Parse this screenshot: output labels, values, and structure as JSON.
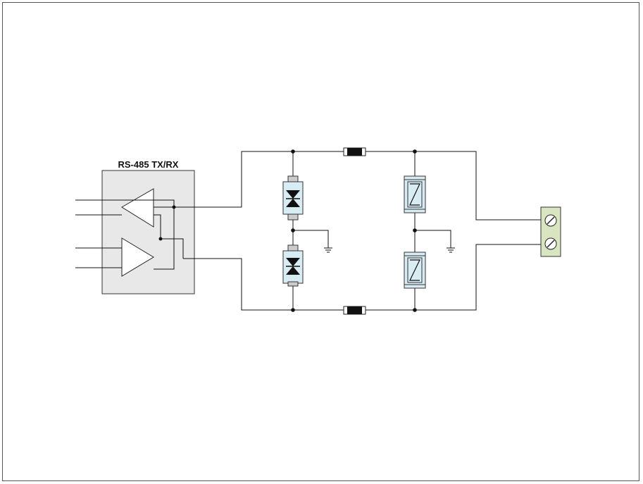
{
  "diagram": {
    "block_title": "RS-485 TX/RX"
  },
  "colors": {
    "frame": "#555555",
    "wire": "#111111",
    "block_fill": "#e8e8e8",
    "component_fill": "#d8ecf4",
    "terminal_fill": "#d9e4c0"
  },
  "icons": [
    "transceiver-block",
    "driver-triangle",
    "receiver-triangle",
    "bidirectional-tvs-diode",
    "gas-discharge-tube",
    "ferrite-bead",
    "ground-symbol",
    "screw-terminal"
  ]
}
